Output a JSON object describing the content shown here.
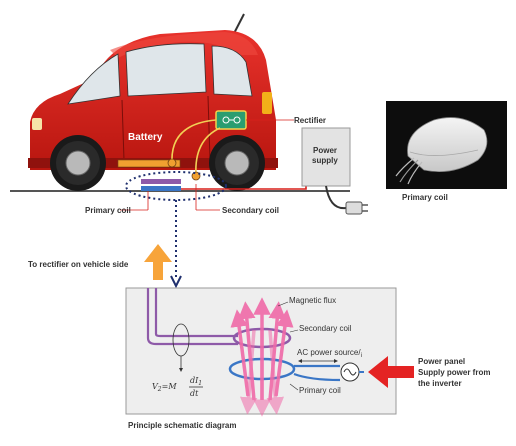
{
  "labels": {
    "battery": "Battery",
    "rectifier": "Rectifier",
    "power_supply_line1": "Power",
    "power_supply_line2": "supply",
    "primary_coil_vehicle": "Primary coil",
    "secondary_coil_vehicle": "Secondary coil",
    "primary_coil_photo": "Primary coil",
    "to_rectifier": "To rectifier on vehicle side",
    "magnetic_flux": "Magnetic flux",
    "secondary_coil_schematic": "Secondary coil",
    "ac_power_source": "AC power source/",
    "ac_power_source_sub": "i",
    "primary_coil_schematic": "Primary coil",
    "formula_lhs": "V",
    "formula_sub": "2",
    "formula_eq": "=M",
    "formula_num": "dI",
    "formula_den": "dt",
    "formula_num_sub": "1",
    "power_panel_line1": "Power panel",
    "power_panel_line2": "Supply power from",
    "power_panel_line3": "the inverter",
    "schematic_caption": "Principle schematic diagram"
  },
  "colors": {
    "car_body": "#d8201c",
    "car_dark": "#9e1410",
    "battery": "#f0a030",
    "rectifier_box": "#2a9d70",
    "coil_purple": "#8e5aa8",
    "coil_blue": "#3a76c6",
    "flux_pink": "#f06aa8",
    "arrow_orange": "#f7a43a",
    "arrow_red": "#e42323",
    "dotted_navy": "#1f2f6e",
    "schematic_bg": "#eeeeee"
  }
}
